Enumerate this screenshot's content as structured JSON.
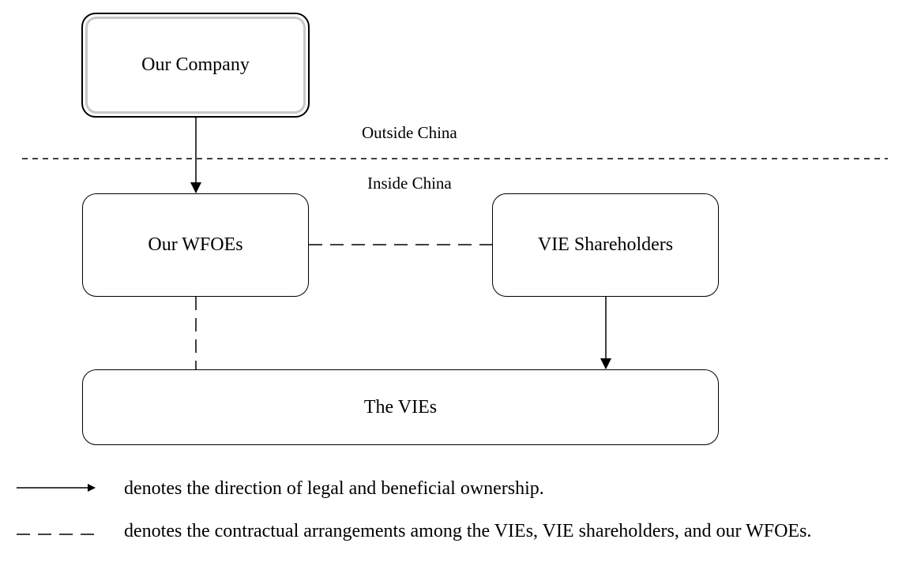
{
  "nodes": {
    "our_company": "Our Company",
    "our_wfoes": "Our WFOEs",
    "vie_shareholders": "VIE Shareholders",
    "the_vies": "The VIEs"
  },
  "regions": {
    "outside": "Outside China",
    "inside": "Inside China"
  },
  "legend": {
    "solid": "denotes the direction of legal and beneficial ownership.",
    "dashed": "denotes the contractual arrangements among the VIEs, VIE shareholders, and our WFOEs."
  }
}
